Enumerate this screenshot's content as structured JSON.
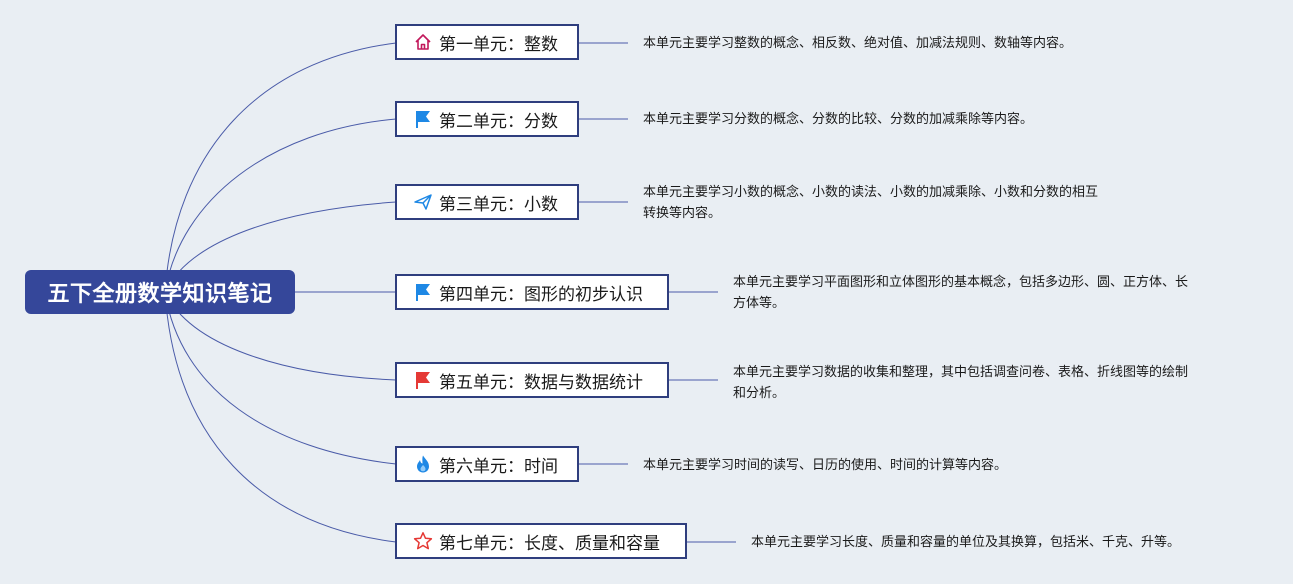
{
  "root": {
    "title": "五下全册数学知识笔记"
  },
  "units": [
    {
      "title": "第一单元：整数",
      "icon": "home-icon",
      "description": "本单元主要学习整数的概念、相反数、绝对值、加减法规则、数轴等内容。"
    },
    {
      "title": "第二单元：分数",
      "icon": "blue-flag-icon",
      "description": "本单元主要学习分数的概念、分数的比较、分数的加减乘除等内容。"
    },
    {
      "title": "第三单元：小数",
      "icon": "paper-plane-icon",
      "description": [
        "本单元主要学习小数的概念、小数的读法、小数的加减乘除、小数和分数的相互",
        "转换等内容。"
      ]
    },
    {
      "title": "第四单元：图形的初步认识",
      "icon": "blue-flag-icon",
      "description": [
        "本单元主要学习平面图形和立体图形的基本概念，包括多边形、圆、正方体、长",
        "方体等。"
      ]
    },
    {
      "title": "第五单元：数据与数据统计",
      "icon": "red-flag-icon",
      "description": [
        "本单元主要学习数据的收集和整理，其中包括调查问卷、表格、折线图等的绘制",
        "和分析。"
      ]
    },
    {
      "title": "第六单元：时间",
      "icon": "flame-icon",
      "description": "本单元主要学习时间的读写、日历的使用、时间的计算等内容。"
    },
    {
      "title": "第七单元：长度、质量和容量",
      "icon": "star-icon",
      "description": "本单元主要学习长度、质量和容量的单位及其换算，包括米、千克、升等。"
    }
  ],
  "colors": {
    "root_bg": "#35479a",
    "border": "#2f3e7e",
    "line": "#4a5ba8",
    "background": "#e9eef3"
  }
}
